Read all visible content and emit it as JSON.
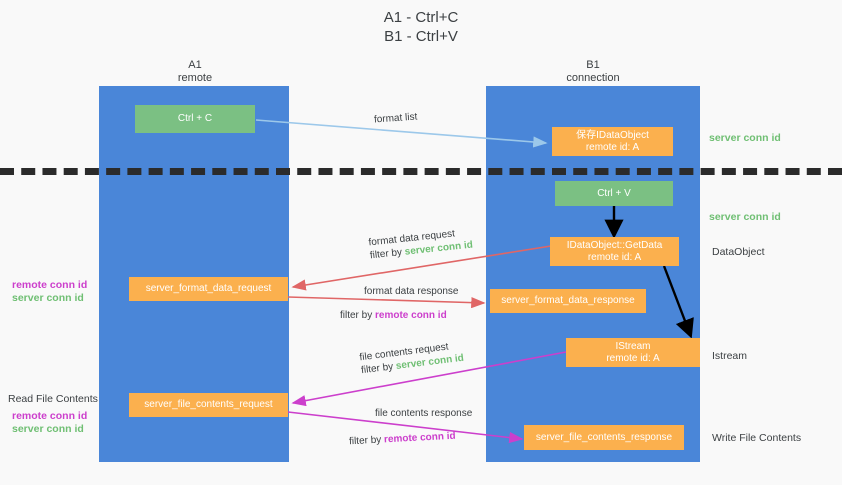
{
  "title": {
    "line1": "A1 - Ctrl+C",
    "line2": "B1 - Ctrl+V"
  },
  "columns": [
    {
      "name": "A1",
      "sub": "remote"
    },
    {
      "name": "B1",
      "sub": "connection"
    }
  ],
  "boxes": {
    "ctrl_c": "Ctrl + C",
    "ctrl_v": "Ctrl + V",
    "save_idataobject_l1": "保存IDataObject",
    "save_idataobject_l2": "remote id: A",
    "getdata_l1": "IDataObject::GetData",
    "getdata_l2": "remote id: A",
    "istream_l1": "IStream",
    "istream_l2": "remote id: A",
    "server_format_data_request": "server_format_data_request",
    "server_format_data_response": "server_format_data_response",
    "server_file_contents_request": "server_file_contents_request",
    "server_file_contents_response": "server_file_contents_response"
  },
  "edge_labels": {
    "format_list": "format list",
    "format_data_request": "format data request",
    "format_data_request_filter_prefix": "filter by ",
    "format_data_request_filter_value": "server conn id",
    "format_data_response": "format data response",
    "format_data_response_filter_prefix": "filter by ",
    "format_data_response_filter_value": "remote conn id",
    "file_contents_request": "file contents request",
    "file_contents_request_filter_prefix": "filter by ",
    "file_contents_request_filter_value": "server conn id",
    "file_contents_response": "file contents response",
    "file_contents_response_filter_prefix": "filter by ",
    "file_contents_response_filter_value": "remote conn id"
  },
  "right_annotations": {
    "server_conn_id_top": "server conn id",
    "server_conn_id_mid": "server conn id",
    "dataobject": "DataObject",
    "istream": "Istream",
    "write_file_contents": "Write File Contents"
  },
  "left_annotations": {
    "format_remote": "remote conn id",
    "format_server": "server conn id",
    "read_file_contents": "Read File Contents",
    "file_remote": "remote conn id",
    "file_server": "server conn id"
  },
  "colors": {
    "lane": "#4a86d8",
    "green_box": "#7bc083",
    "orange_box": "#fbb04e",
    "green_text": "#6fbf73",
    "magenta_text": "#cc3fcc",
    "arrow_light_blue": "#9cc8ea",
    "arrow_red": "#e06666",
    "arrow_magenta": "#cc3fcc",
    "arrow_black": "#000000",
    "background": "#f9f9f9"
  }
}
